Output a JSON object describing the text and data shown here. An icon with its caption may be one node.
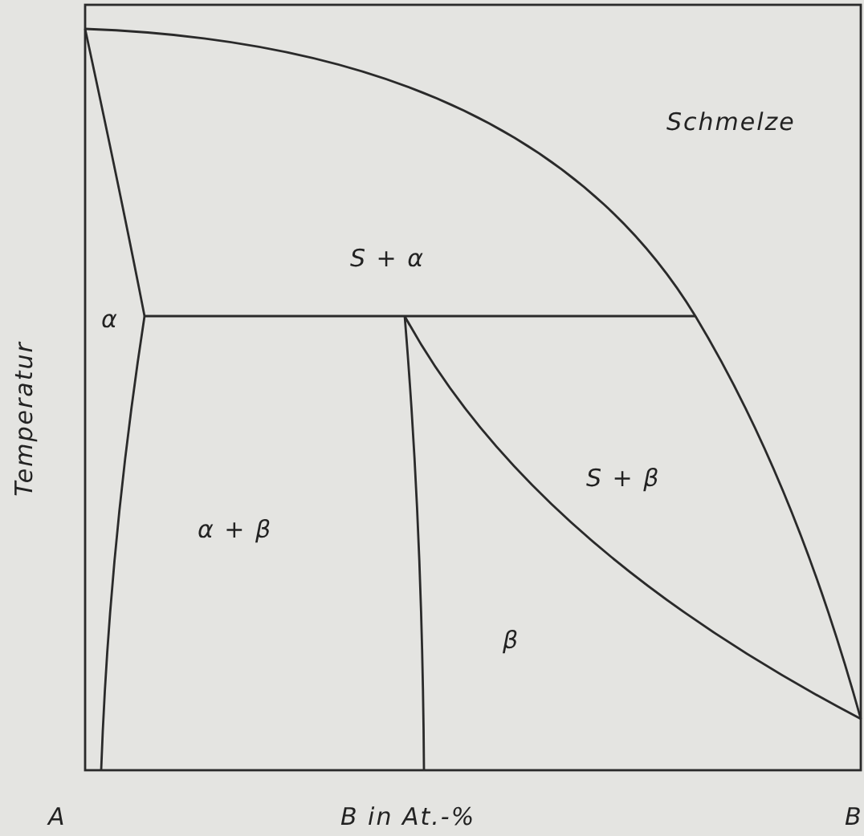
{
  "diagram": {
    "labels": [
      "Schmelze",
      "S + α",
      "α",
      "α + β",
      "S + β",
      "β",
      "Temperatur",
      "A",
      "B in At.-%",
      "B"
    ]
  }
}
